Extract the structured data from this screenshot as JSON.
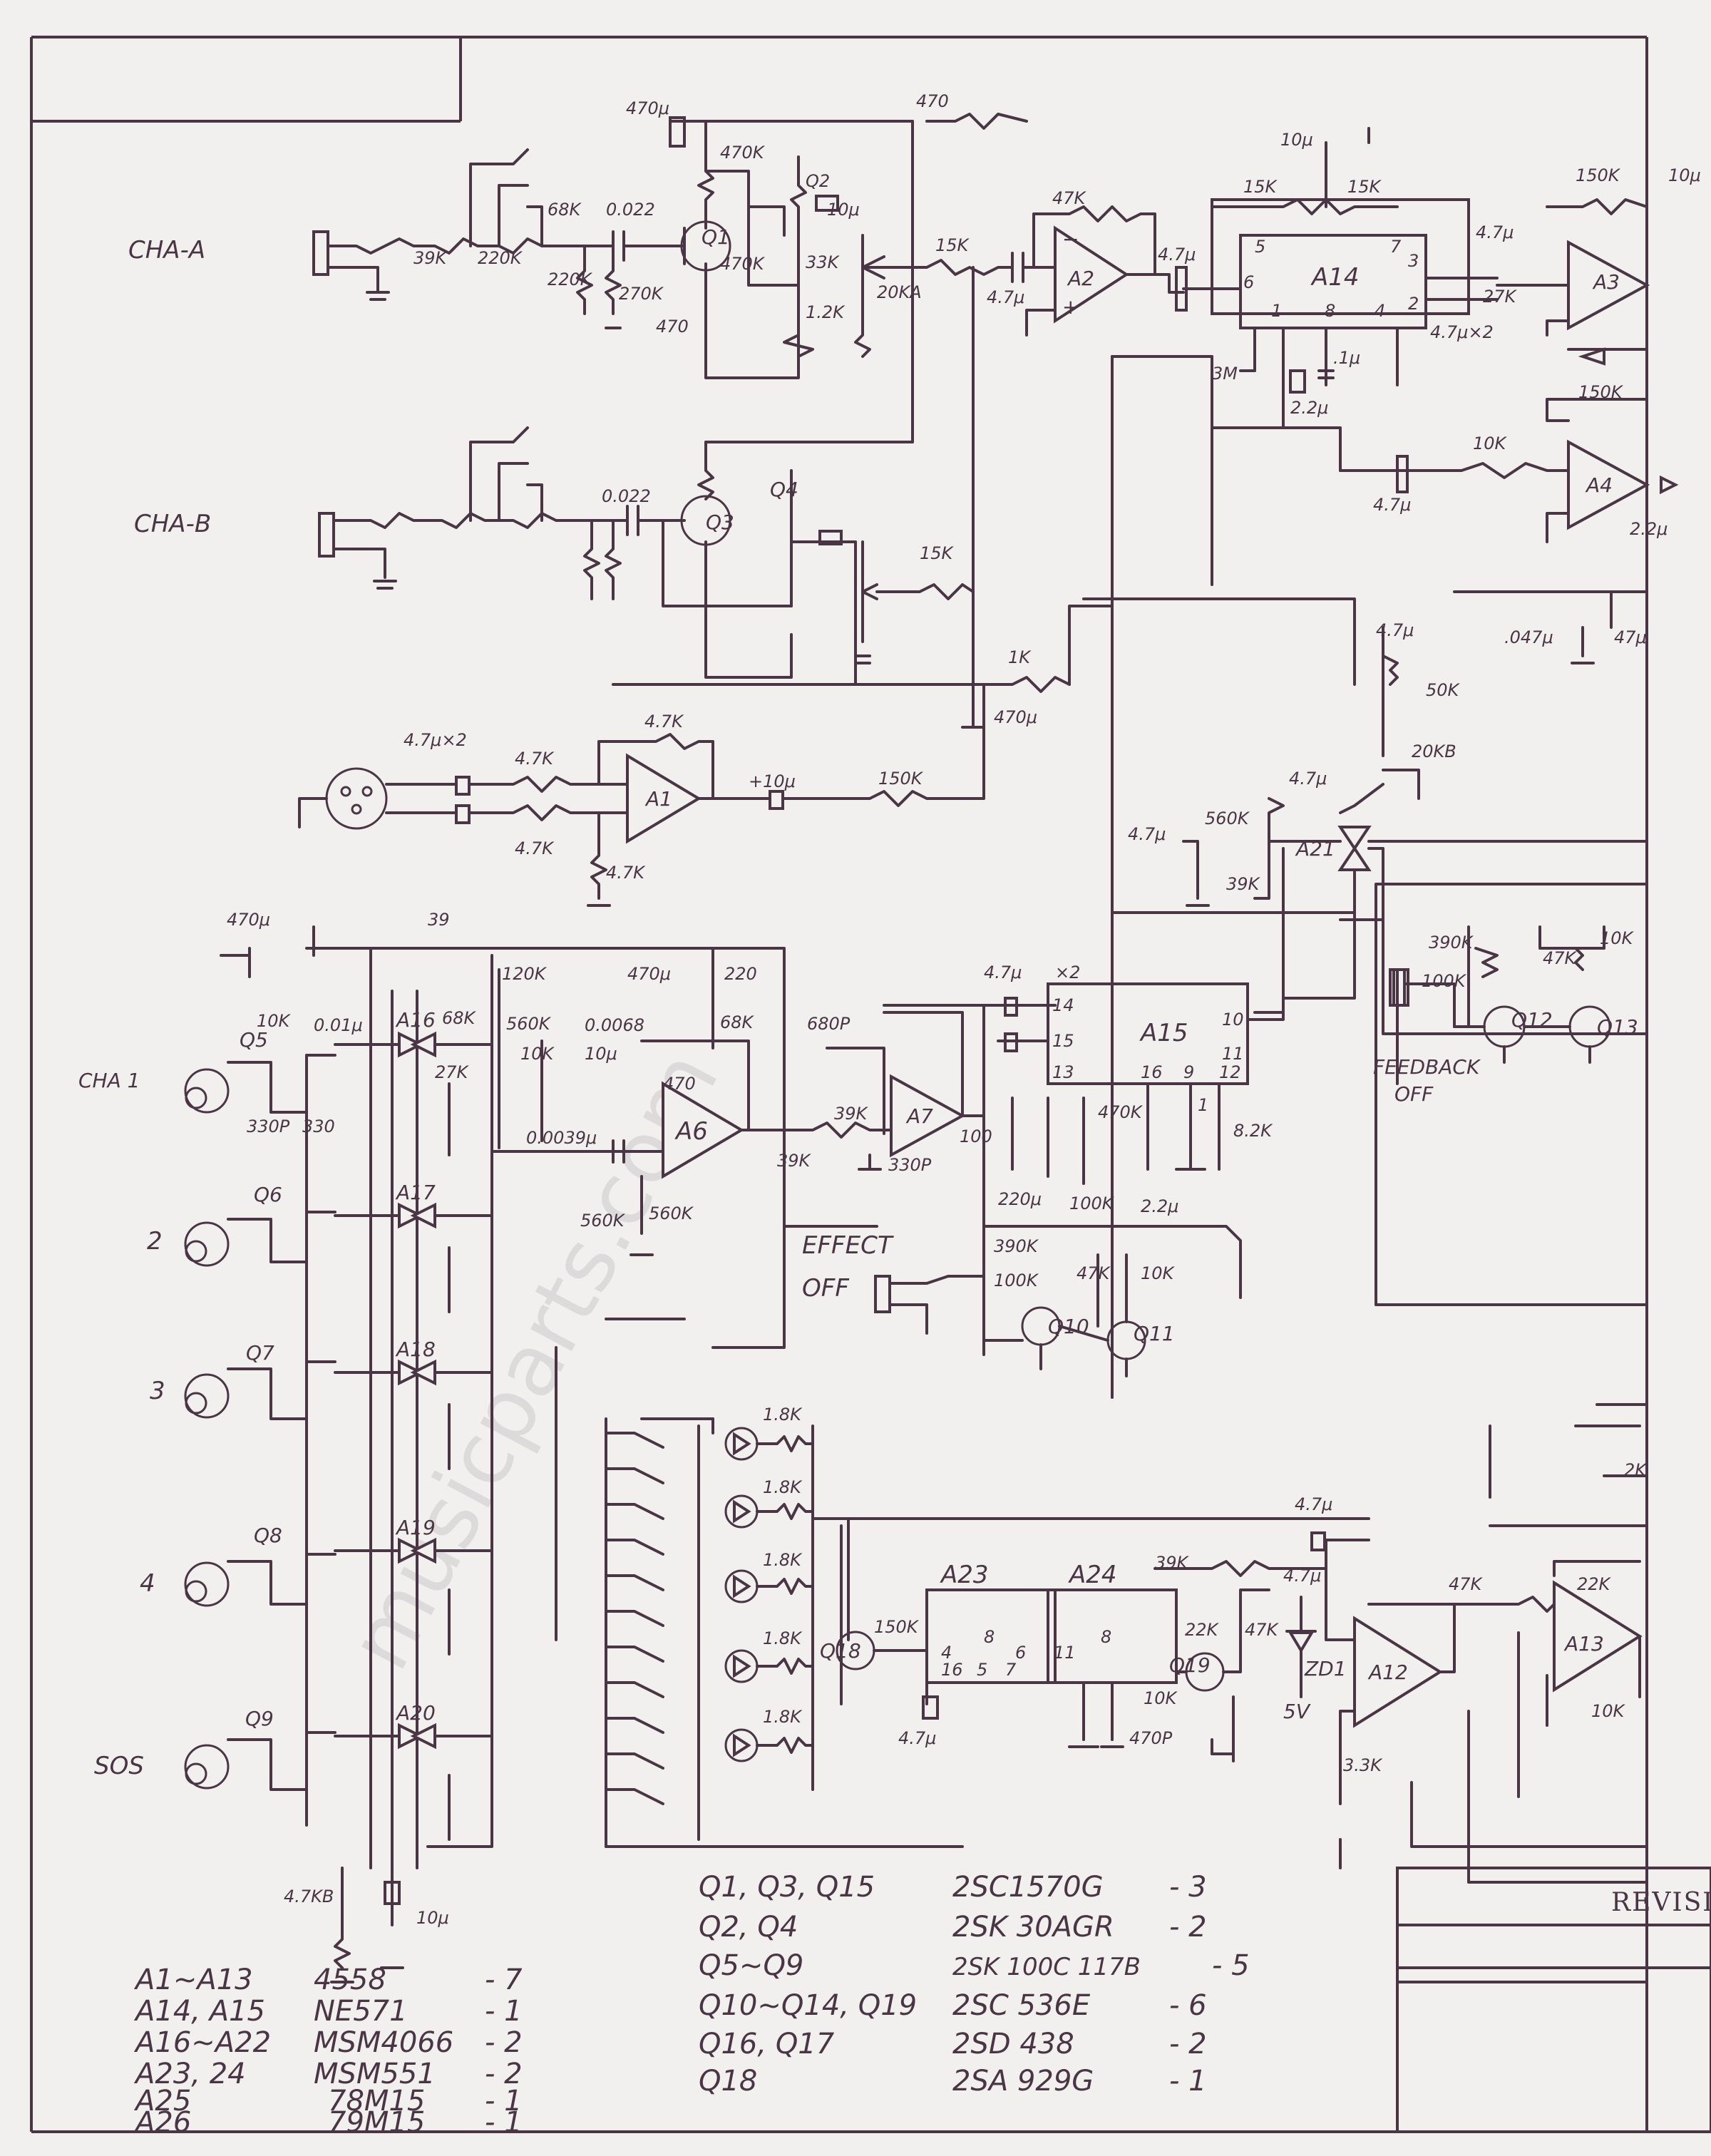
{
  "inputs": {
    "cha_a": "CHA-A",
    "cha_b": "CHA-B",
    "cha_1": "CHA 1",
    "ch_2": "2",
    "ch_3": "3",
    "ch_4": "4",
    "sos": "SOS"
  },
  "switches": {
    "effect_off": [
      "EFFECT",
      "OFF"
    ],
    "feedback_off": [
      "FEEDBACK",
      "OFF"
    ]
  },
  "parts": {
    "ics": [
      "A1",
      "A2",
      "A3",
      "A4",
      "A6",
      "A7",
      "A12",
      "A13",
      "A14",
      "A15",
      "A16",
      "A17",
      "A18",
      "A19",
      "A20",
      "A21",
      "A23",
      "A24"
    ],
    "transistors": [
      "Q1",
      "Q2",
      "Q3",
      "Q4",
      "Q5",
      "Q6",
      "Q7",
      "Q8",
      "Q9",
      "Q10",
      "Q11",
      "Q12",
      "Q13",
      "Q18",
      "Q19"
    ],
    "diode": "ZD1",
    "supply": "5V"
  },
  "values": {
    "top": [
      "470μ",
      "470",
      "470K",
      "Q2",
      "10μ",
      "470K",
      "33K",
      "1.2K",
      "20KA",
      "470",
      "270K",
      "220K",
      "68K",
      "0.022",
      "39K",
      "220K",
      "15K",
      "47K",
      "4.7μ",
      "4.7μ",
      "4.7μ"
    ],
    "a14_block": [
      "10μ",
      "15K",
      "15K",
      "5",
      "7",
      "6",
      "3",
      "2",
      "1",
      "8",
      "4",
      "A14",
      "3M",
      "2.2μ",
      ".1μ",
      "4.7μ",
      "27K",
      "4.7μ×2",
      "150K",
      "10μ",
      "150K",
      "10K",
      "4.7μ",
      "2.2μ"
    ],
    "cha_b_block": [
      "0.022",
      "15K",
      "1K",
      "470μ"
    ],
    "a1_block": [
      "4.7μ×2",
      "4.7K",
      "4.7K",
      "4.7K",
      "4.7K",
      "+10μ",
      "150K"
    ],
    "a21_block": [
      "4.7μ",
      ".047μ",
      "47μ",
      "50K",
      "20KB",
      "4.7μ",
      "4.7μ",
      "560K",
      "39K",
      "390K",
      "100K",
      "47K",
      "10K"
    ],
    "mixer_block": [
      "470μ",
      "39",
      "120K",
      "470μ",
      "220",
      "10K",
      "0.01μ",
      "68K",
      "560K",
      "0.0068",
      "68K",
      "27K",
      "10K",
      "10μ",
      "470",
      "330P",
      "330",
      "0.0039μ",
      "39K",
      "39K",
      "330P",
      "560K",
      "560K",
      "680P"
    ],
    "a15_block": [
      "4.7μ",
      "×2",
      "14",
      "15",
      "13",
      "16",
      "9",
      "12",
      "10",
      "11",
      "100",
      "470K",
      "1",
      "8.2K",
      "220μ",
      "100K",
      "2.2μ",
      "390K",
      "100K",
      "47K",
      "10K"
    ],
    "led_block": [
      "1.8K",
      "1.8K",
      "1.8K",
      "1.8K",
      "1.8K"
    ],
    "a23_block": [
      "A23",
      "A24",
      "4.7μ",
      "39K",
      "4.7μ",
      "4.7μ",
      "150K",
      "4",
      "8",
      "6",
      "16",
      "5",
      "7",
      "11",
      "8",
      "22K",
      "47K",
      "10K",
      "470P",
      "3.3K",
      "4.7μ"
    ],
    "a13_block": [
      "47K",
      "22K",
      "10K",
      "2K"
    ],
    "bottom": [
      "4.7KB",
      "10μ"
    ]
  },
  "parts_list": {
    "ics": [
      {
        "ref": "A1~A13",
        "part": "4558",
        "qty": "- 7"
      },
      {
        "ref": "A14, A15",
        "part": "NE571",
        "qty": "- 1"
      },
      {
        "ref": "A16~A22",
        "part": "MSM4066",
        "qty": "- 2"
      },
      {
        "ref": "A23, 24",
        "part": "MSM551",
        "qty": "- 2"
      },
      {
        "ref": "A25",
        "part": "78M15",
        "qty": "- 1"
      },
      {
        "ref": "A26",
        "part": "79M15",
        "qty": "- 1"
      }
    ],
    "transistors": [
      {
        "ref": "Q1, Q3, Q15",
        "part": "2SC1570G",
        "qty": "- 3"
      },
      {
        "ref": "Q2, Q4",
        "part": "2SK 30AGR",
        "qty": "- 2"
      },
      {
        "ref": "Q5~Q9",
        "part": "2SK 100C 117B",
        "qty": "- 5"
      },
      {
        "ref": "Q10~Q14, Q19",
        "part": "2SC 536E",
        "qty": "- 6"
      },
      {
        "ref": "Q16, Q17",
        "part": "2SD 438",
        "qty": "- 2"
      },
      {
        "ref": "Q18",
        "part": "2SA 929G",
        "qty": "- 1"
      }
    ]
  },
  "title_block": {
    "revision": "REVISI"
  }
}
